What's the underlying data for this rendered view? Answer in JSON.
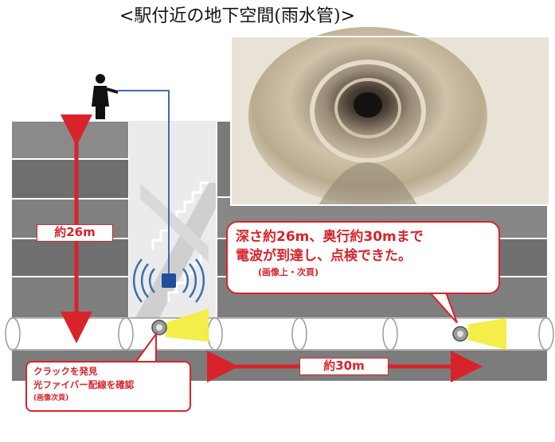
{
  "title": "<駅付近の地下空間(雨水管)>",
  "depth_label": "約26m",
  "length_label": "約30m",
  "callout": {
    "line1": "深さ約26m、奥行約30mまで",
    "line2": "電波が到達し、点検できた。",
    "sub": "(画像上・次頁)"
  },
  "crack_note": {
    "line1": "クラックを発見",
    "line2": "光ファイバー配線を確認",
    "sub": "(画像次頁)"
  },
  "colors": {
    "accent_red": "#d9232a",
    "structure_gray": "#808080",
    "cable_blue": "#3a6fb0",
    "light_yellow": "#f4ee4a"
  }
}
